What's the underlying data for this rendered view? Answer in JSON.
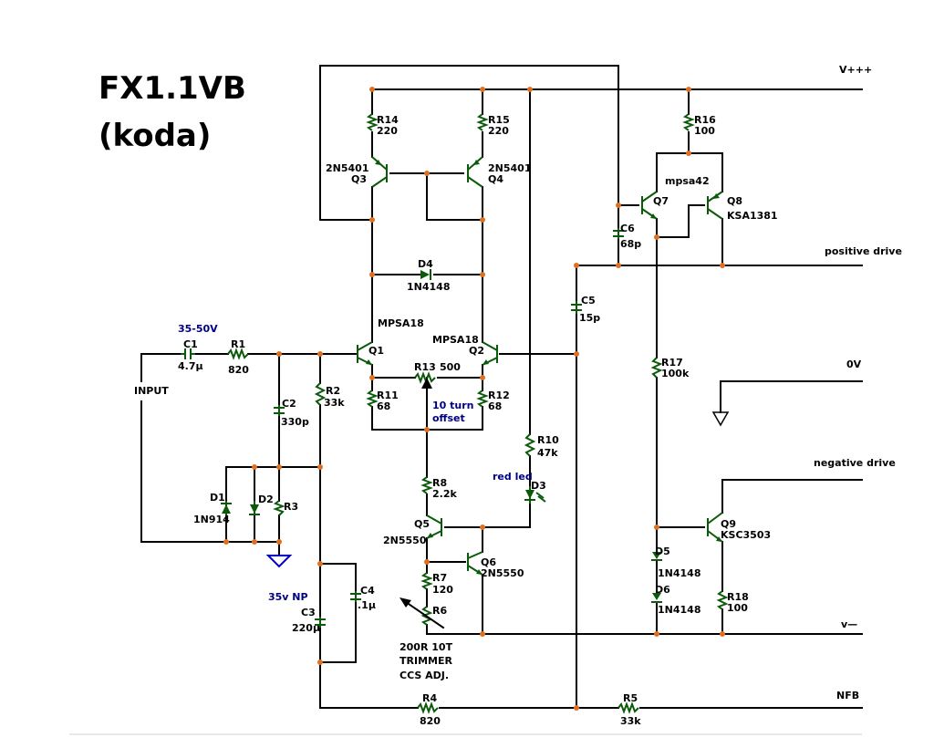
{
  "title": "FX1.1VB",
  "subtitle": "(koda)",
  "rails": {
    "vpos": "V+++",
    "pos_drive": "positive drive",
    "zero": "0V",
    "neg_drive": "negative drive",
    "vneg": "v—",
    "nfb": "NFB",
    "input": "INPUT"
  },
  "notes": {
    "supply": "35-50V",
    "offset1": "10 turn",
    "offset2": "offset",
    "red_led": "red led",
    "np": "35v NP",
    "trim1": "200R  10T",
    "trim2": "TRIMMER",
    "trim3": "CCS ADJ."
  },
  "components": {
    "C1": "C1",
    "C1v": "4.7µ",
    "R1": "R1",
    "R1v": "820",
    "C2": "C2",
    "C2v": "330p",
    "R2": "R2",
    "R2v": "33k",
    "D1": "D1",
    "D1v": "1N914",
    "D2": "D2",
    "R3": "R3",
    "C3": "C3",
    "C3v": "220µ",
    "C4": "C4",
    "C4v": ".1µ",
    "Q1": "Q1",
    "Q1t": "MPSA18",
    "Q2": "Q2",
    "Q2t": "MPSA18",
    "Q3": "Q3",
    "Q3t": "2N5401",
    "Q4": "Q4",
    "Q4t": "2N5401",
    "R14": "R14",
    "R14v": "220",
    "R15": "R15",
    "R15v": "220",
    "D4": "D4",
    "D4v": "1N4148",
    "R13": "R13",
    "R13v": "500",
    "R11": "R11",
    "R11v": "68",
    "R12": "R12",
    "R12v": "68",
    "R8": "R8",
    "R8v": "2.2k",
    "Q5": "Q5",
    "Q5t": "2N5550",
    "Q6": "Q6",
    "Q6t": "2N5550",
    "R7": "R7",
    "R7v": "120",
    "R6": "R6",
    "R10": "R10",
    "R10v": "47k",
    "D3": "D3",
    "C5": "C5",
    "C5v": "15p",
    "C6": "C6",
    "C6v": "68p",
    "R16": "R16",
    "R16v": "100",
    "Q7": "Q7",
    "Q7t": "mpsa42",
    "Q8": "Q8",
    "Q8t": "KSA1381",
    "R17": "R17",
    "R17v": "100k",
    "Q9": "Q9",
    "Q9t": "KSC3503",
    "D5": "D5",
    "D5v": "1N4148",
    "D6": "D6",
    "D6v": "1N4148",
    "R18": "R18",
    "R18v": "100",
    "R4": "R4",
    "R4v": "820",
    "R5": "R5",
    "R5v": "33k"
  },
  "colors": {
    "wire": "#000000",
    "component": "#0a5a0a",
    "junction": "#e07020",
    "note": "#000080",
    "ground": "#0000cc"
  }
}
